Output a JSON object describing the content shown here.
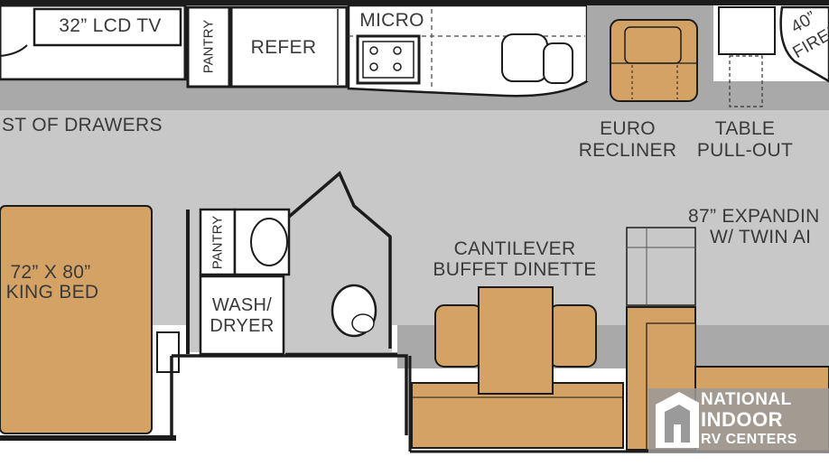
{
  "labels": {
    "tv": "32” LCD TV",
    "pantry_top": "PANTRY",
    "refer": "REFER",
    "micro": "MICRO",
    "fireplace_1": "40”",
    "fireplace_2": "FIREP",
    "chest_of_drawers": "ST OF DRAWERS",
    "euro_recliner_1": "EURO",
    "euro_recliner_2": "RECLINER",
    "table_pullout_1": "TABLE",
    "table_pullout_2": "PULL-OUT",
    "expanding_1": "87” EXPANDIN",
    "expanding_2": "W/ TWIN AI",
    "bed_1": "72” X 80”",
    "bed_2": "KING BED",
    "pantry_bath": "PANTRY",
    "wash_dryer_1": "WASH/",
    "wash_dryer_2": "DRYER",
    "dinette_1": "CANTILEVER",
    "dinette_2": "BUFFET DINETTE"
  },
  "logo": {
    "line1": "NATIONAL",
    "line2": "INDOOR",
    "line3": "RV CENTERS"
  },
  "colors": {
    "wall": "#1c1c1c",
    "floor": "#c8c8c8",
    "slide": "#a9a9a9",
    "tan": "#d4a265",
    "tan_dark": "#b7874b",
    "white": "#ffffff"
  }
}
